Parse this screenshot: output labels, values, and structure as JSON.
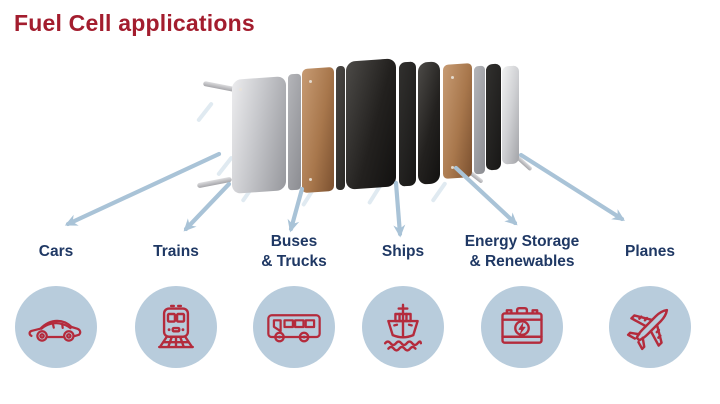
{
  "title": {
    "text": "Fuel Cell applications"
  },
  "colors": {
    "title_red": "#A31D2E",
    "label_navy": "#1F3864",
    "circle_bg": "#B8CCDC",
    "arrow_color": "#A9C3D7",
    "icon_stroke": "#B42B3C"
  },
  "illustration": {
    "name": "fuel-cell-stack-exploded-view"
  },
  "applications": [
    {
      "label_lines": [
        "Cars"
      ],
      "icon": "car-icon"
    },
    {
      "label_lines": [
        "Trains"
      ],
      "icon": "train-icon"
    },
    {
      "label_lines": [
        "Buses",
        "& Trucks"
      ],
      "icon": "bus-icon"
    },
    {
      "label_lines": [
        "Ships"
      ],
      "icon": "ship-icon"
    },
    {
      "label_lines": [
        "Energy Storage",
        "& Renewables"
      ],
      "icon": "battery-icon"
    },
    {
      "label_lines": [
        "Planes"
      ],
      "icon": "plane-icon"
    }
  ]
}
